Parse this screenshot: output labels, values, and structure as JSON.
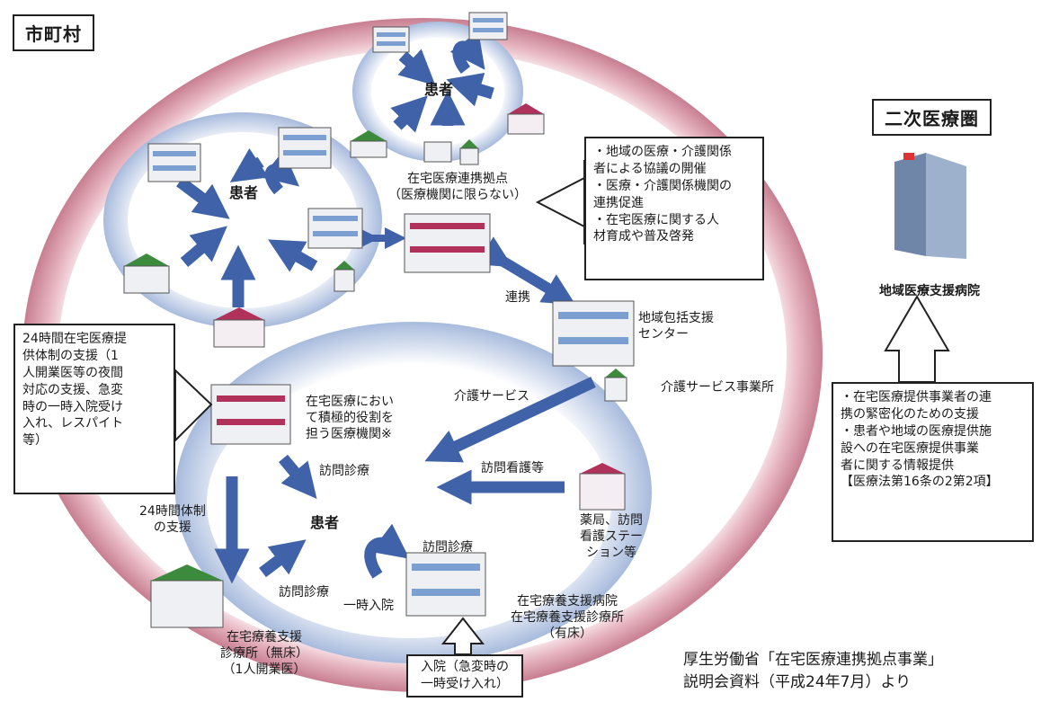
{
  "titles": {
    "municipality": "市町村",
    "secondary_area": "二次医療圏"
  },
  "labels": {
    "patient_top": "患者",
    "patient_left": "患者",
    "patient_bottom": "患者",
    "hub": [
      "在宅医療連携拠点",
      "（医療機関に限らない）"
    ],
    "renkei": "連携",
    "community_center": [
      "地域包括支援",
      "センター"
    ],
    "care_service_office": "介護サービス事業所",
    "care_service": "介護サービス",
    "active_institution": [
      "在宅医療におい",
      "て積極的役割を",
      "担う医療機関※"
    ],
    "home_visit_1": "訪問診療",
    "home_visit_2": "訪問診療",
    "home_visit_3": "訪問診療",
    "visit_nursing": "訪問看護等",
    "pharmacy": [
      "薬局、訪問",
      "看護ステー",
      "ション等"
    ],
    "support_24h": [
      "24時間体制",
      "の支援"
    ],
    "temp_admission": "一時入院",
    "hospital_clinic_beds": [
      "在宅療養支援病院",
      "在宅療養支援診療所",
      "（有床）"
    ],
    "clinic_no_beds": [
      "在宅療養支援",
      "診療所（無床）",
      "（1人開業医）"
    ],
    "regional_hospital": "地域医療支援病院"
  },
  "callouts": {
    "hub_roles": [
      "・地域の医療・介護関係",
      "者による協議の開催",
      "・医療・介護関係機関の",
      "連携促進",
      "・在宅医療に関する人",
      "材育成や普及啓発"
    ],
    "support_24h_detail": [
      "24時間在宅医療提",
      "供体制の支援（1",
      "人開業医等の夜間",
      "対応の支援、急変",
      "時の一時入院受け",
      "入れ、レスパイト",
      "等）"
    ],
    "admission": [
      "入院（急変時の",
      "一時受け入れ）"
    ],
    "regional_support": [
      "・在宅医療提供事業者の連",
      "携の緊密化のための支援",
      "・患者や地域の医療提供施",
      "設への在宅医療提供事業",
      "者に関する情報提供",
      "【医療法第16条の2第2項】"
    ]
  },
  "source": [
    "厚生労働省「在宅医療連携拠点事業」",
    "説明会資料（平成24年7月）より"
  ],
  "colors": {
    "outer_ring": "#c98a99",
    "inner_ring": "#b4c4e0",
    "arrow": "#3f62a8",
    "roof_red": "#b0325a",
    "roof_green": "#3c8a3c",
    "window": "#7a9fd0",
    "building": "#eef0f4"
  }
}
